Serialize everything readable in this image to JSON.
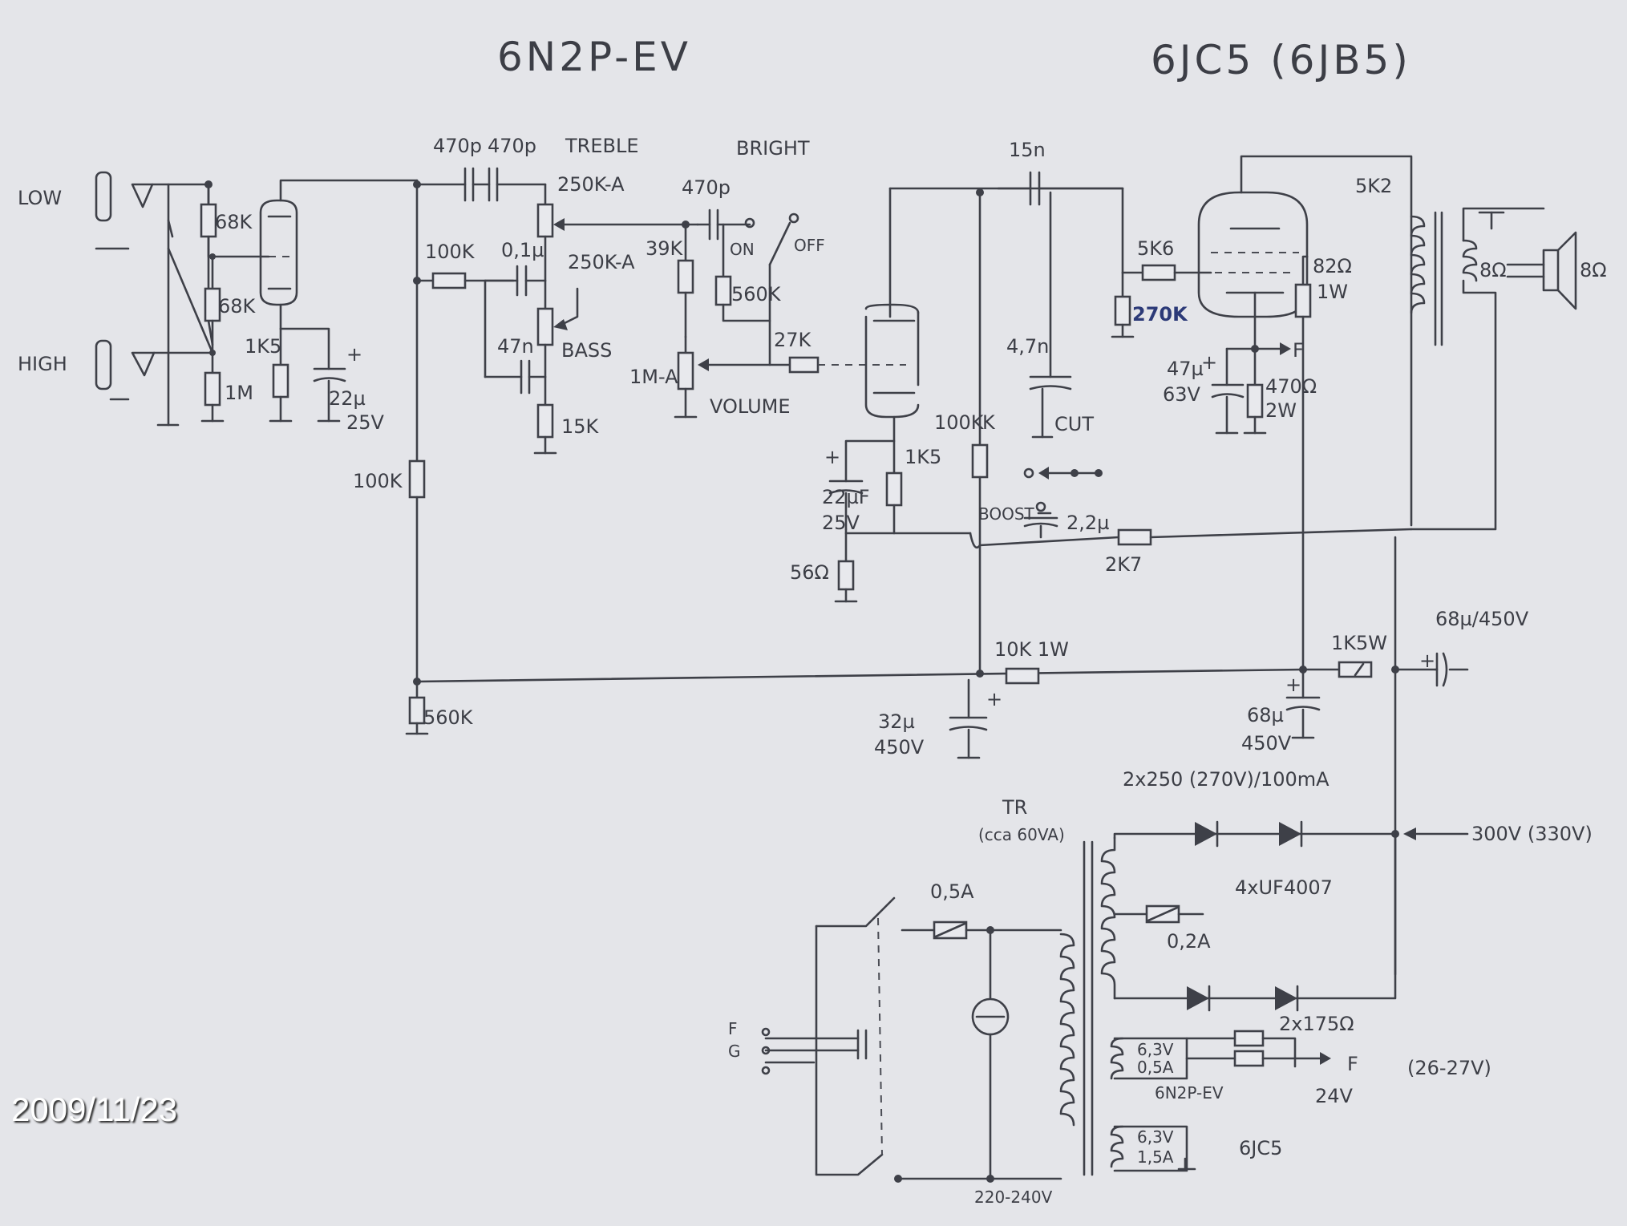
{
  "titles": {
    "preamp_tube": "6N2P-EV",
    "power_tube": "6JC5 (6JB5)"
  },
  "inputs": {
    "low": "LOW",
    "high": "HIGH"
  },
  "input_stage": {
    "r_grid_top": "68K",
    "r_grid_mid": "68K",
    "r_grid_bottom": "1M",
    "r_cathode": "1K5",
    "c_cathode": "22µ",
    "c_cathode_v": "25V",
    "r_plate": "100K",
    "r_plate_decouple": "100K",
    "r_divider": "560K"
  },
  "tone_stack": {
    "c_treble_1": "470p",
    "c_treble_2": "470p",
    "treble_label": "TREBLE",
    "treble_pot": "250K-A",
    "bass_pot": "250K-A",
    "bass_label": "BASS",
    "c_mid": "0,1µ",
    "c_bass": "47n",
    "r_bottom": "15K",
    "r_slope": "39K"
  },
  "bright": {
    "label": "BRIGHT",
    "cap": "470p",
    "on": "ON",
    "off": "OFF",
    "r_series": "560K"
  },
  "volume": {
    "pot": "1M-A",
    "label": "VOLUME",
    "r_grid_stop": "27K"
  },
  "second_stage": {
    "r_cathode": "1K5",
    "c_cathode": "22µF",
    "c_cathode_v": "25V",
    "r_feedback_gnd": "56Ω",
    "r_plate": "100K",
    "boost_label": "BOOST",
    "c_boost": "2,2µ",
    "r_feedback": "2K7",
    "c_coupling": "15n",
    "c_cut": "4,7n",
    "cut_label": "CUT"
  },
  "output_stage": {
    "r_grid_stop": "5K6",
    "r_grid_leak": "270K",
    "r_screen": "82Ω",
    "r_screen_w": "1W",
    "c_cathode": "47µ",
    "c_cathode_v": "63V",
    "r_cathode": "470Ω",
    "r_cathode_w": "2W",
    "filament_label": "F",
    "transformer": "5K2",
    "speaker_tap": "8Ω",
    "speaker": "8Ω"
  },
  "power_supply": {
    "r_10k": "10K 1W",
    "c_32": "32µ",
    "c_32_v": "450V",
    "r_1k5": "1K5W",
    "c_68a": "68µ/450V",
    "c_68b": "68µ",
    "c_68b_v": "450V",
    "secondary_spec": "2x250 (270V)/100mA",
    "rectifiers": "4xUF4007",
    "fuse_sec": "0,2A",
    "b_plus": "300V (330V)",
    "heater_r": "2x175Ω",
    "heater_6n2p": "6,3V",
    "heater_6n2p_a": "0,5A",
    "heater_6n2p_name": "6N2P-EV",
    "heater_out": "F",
    "heater_dc": "24V",
    "heater_range": "(26-27V)",
    "heater_6jc5": "6,3V",
    "heater_6jc5_a": "1,5A",
    "heater_6jc5_name": "6JC5",
    "transformer": "TR",
    "transformer_va": "(cca 60VA)",
    "fuse_main": "0,5A",
    "mains": "220-240V",
    "switch_f": "F",
    "switch_g": "G"
  },
  "date_stamp": "2009/11/23"
}
